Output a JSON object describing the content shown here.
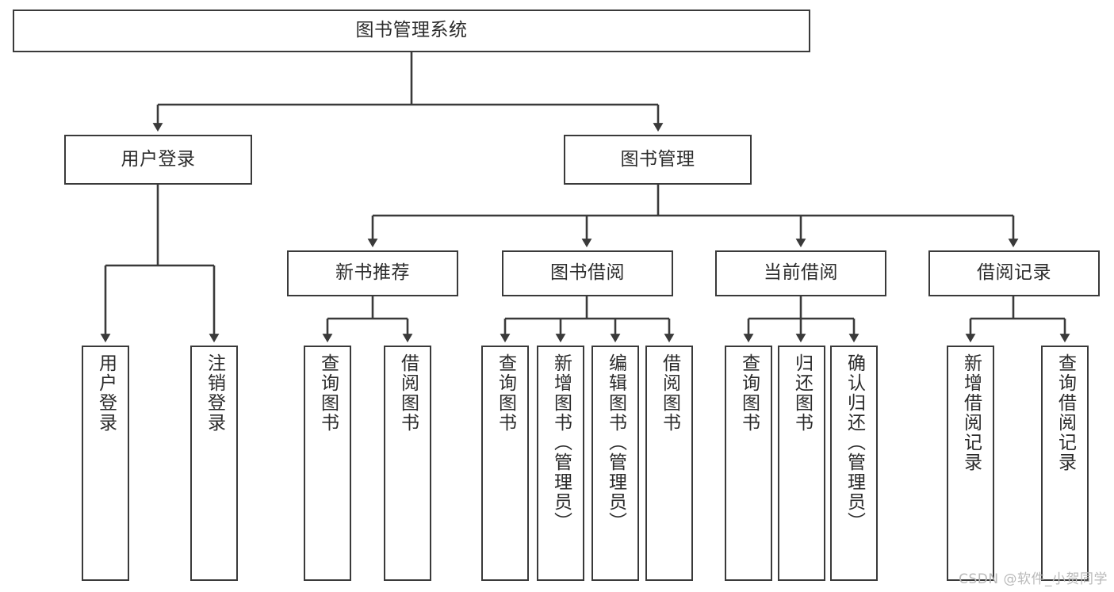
{
  "diagram": {
    "title": "图书管理系统",
    "type": "hierarchy-tree",
    "watermark": "CSDN @软件_小贺同学",
    "colors": {
      "stroke": "#3a3a3a",
      "text": "#2b2b2b",
      "background": "#ffffff",
      "watermark": "#b9b9b9"
    },
    "nodes": {
      "root": {
        "label": "图书管理系统"
      },
      "level2": [
        {
          "id": "user-login",
          "label": "用户登录"
        },
        {
          "id": "book-manage",
          "label": "图书管理"
        }
      ],
      "level3": [
        {
          "id": "new-book-recommend",
          "label": "新书推荐"
        },
        {
          "id": "book-borrow",
          "label": "图书借阅"
        },
        {
          "id": "current-borrow",
          "label": "当前借阅"
        },
        {
          "id": "borrow-record",
          "label": "借阅记录"
        }
      ],
      "leaves": {
        "user_login": [
          {
            "id": "leaf-user-login",
            "label": "用户登录"
          },
          {
            "id": "leaf-logout-login",
            "label": "注销登录"
          }
        ],
        "new_book_recommend": [
          {
            "id": "leaf-query-book-1",
            "label": "查询图书"
          },
          {
            "id": "leaf-borrow-book-1",
            "label": "借阅图书"
          }
        ],
        "book_borrow": [
          {
            "id": "leaf-query-book-2",
            "label": "查询图书"
          },
          {
            "id": "leaf-add-book",
            "label": "新增图书（管理员）"
          },
          {
            "id": "leaf-edit-book",
            "label": "编辑图书（管理员）"
          },
          {
            "id": "leaf-borrow-book-2",
            "label": "借阅图书"
          }
        ],
        "current_borrow": [
          {
            "id": "leaf-query-book-3",
            "label": "查询图书"
          },
          {
            "id": "leaf-return-book",
            "label": "归还图书"
          },
          {
            "id": "leaf-confirm-return",
            "label": "确认归还（管理员）"
          }
        ],
        "borrow_record": [
          {
            "id": "leaf-add-record",
            "label": "新增借阅记录"
          },
          {
            "id": "leaf-query-record",
            "label": "查询借阅记录"
          }
        ]
      }
    }
  }
}
